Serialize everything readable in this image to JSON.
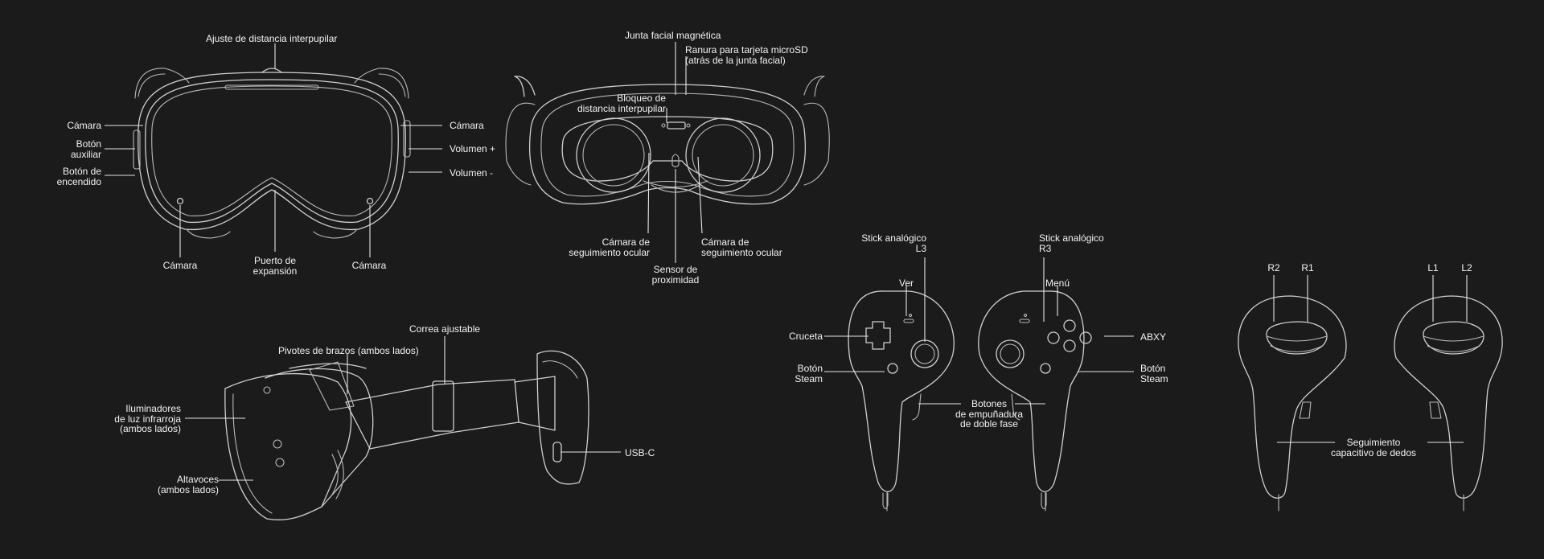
{
  "headset_front": {
    "ipd_adjust": "Ajuste de distancia interpupilar",
    "camera_left": "Cámara",
    "aux_button": "Botón\nauxiliar",
    "power_button": "Botón de\nencendido",
    "camera_right": "Cámara",
    "volume_up": "Volumen +",
    "volume_down": "Volumen -",
    "camera_bottom_left": "Cámara",
    "expansion_port": "Puerto de\nexpansión",
    "camera_bottom_right": "Cámara"
  },
  "headset_back": {
    "facial_gasket": "Junta facial magnética",
    "microsd_slot": "Ranura para tarjeta microSD\n(atrás de la junta facial)",
    "ipd_lock": "Bloqueo de\ndistancia interpupilar",
    "eye_camera_left": "Cámara de\nseguimiento ocular",
    "eye_camera_right": "Cámara de\nseguimiento ocular",
    "proximity_sensor": "Sensor de\nproximidad"
  },
  "headset_side": {
    "adjustable_strap": "Correa ajustable",
    "arm_pivots": "Pivotes de brazos (ambos lados)",
    "ir_illuminators": "Iluminadores\nde luz infrarroja\n(ambos lados)",
    "speakers": "Altavoces\n(ambos lados)",
    "usb_c": "USB-C"
  },
  "controllers_front": {
    "stick_l3": "Stick analógico\nL3",
    "stick_r3": "Stick analógico\nR3",
    "view": "Ver",
    "menu": "Menú",
    "dpad": "Cruceta",
    "abxy": "ABXY",
    "steam_left": "Botón\nSteam",
    "steam_right": "Botón\nSteam",
    "grip_buttons": "Botones\nde empuñadura\nde doble fase"
  },
  "controllers_back": {
    "r2": "R2",
    "r1": "R1",
    "l1": "L1",
    "l2": "L2",
    "finger_tracking": "Seguimiento\ncapacitivo de dedos"
  }
}
